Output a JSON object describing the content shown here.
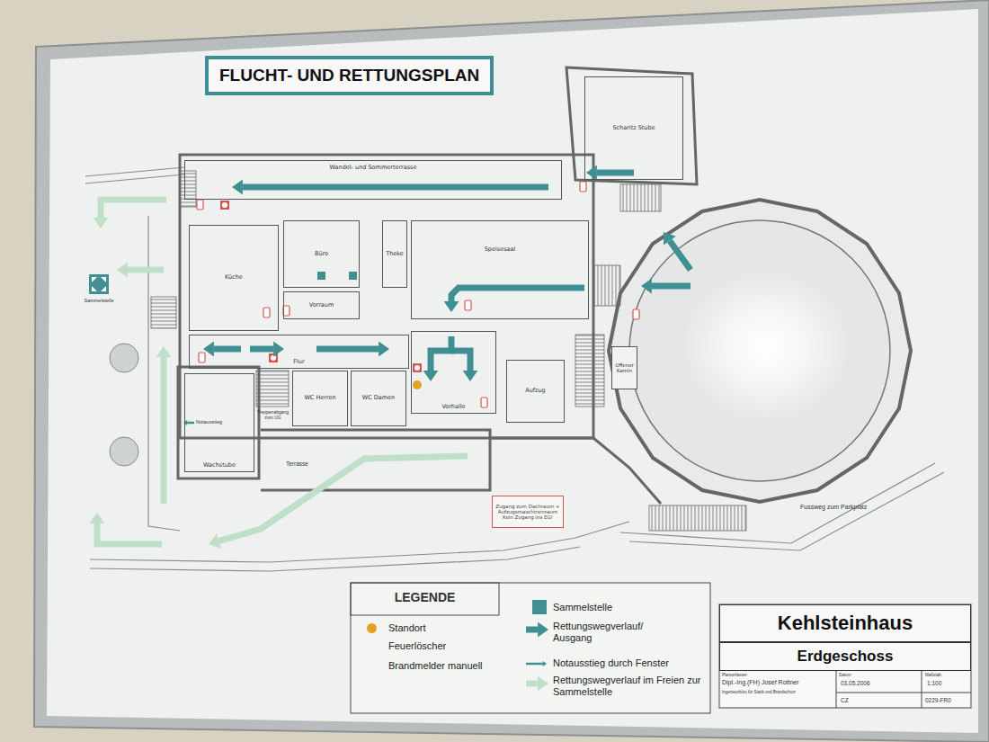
{
  "diagram": {
    "title": "FLUCHT- UND RETTUNGSPLAN",
    "nodes": [
      {
        "text": [
          "Scharitz Stube"
        ]
      },
      {
        "text": [
          "Wandel- und Sommerterrasse"
        ]
      },
      {
        "text": [
          "Küche"
        ]
      },
      {
        "text": [
          "Büro"
        ]
      },
      {
        "text": [
          "Theke"
        ]
      },
      {
        "text": [
          "Speisesaal"
        ]
      },
      {
        "text": [
          "Vorraum"
        ]
      },
      {
        "text": [
          "Flur"
        ]
      },
      {
        "text": [
          "WC Herren"
        ]
      },
      {
        "text": [
          "WC Damen"
        ]
      },
      {
        "text": [
          "Vorhalle"
        ]
      },
      {
        "text": [
          "Aufzug"
        ]
      },
      {
        "text": [
          "Wachstube"
        ]
      },
      {
        "text": [
          "Offener Kamin"
        ]
      },
      {
        "text": [
          "Zugang zum Dachraum + Aufzugsmaschinenraum Kein Zugang ins EG!"
        ]
      },
      {
        "text": [
          "Kehlsteinhaus"
        ]
      },
      {
        "text": [
          "Erdgeschoss"
        ]
      }
    ],
    "labels": [
      "Terrasse",
      "Notausstieg",
      "Treppenabgang zum UG",
      "Sammelstelle",
      "Fussweg zum Parkplatz",
      "LEGENDE",
      "Planverfasser:",
      "Dipl.-Ing.(FH) Josef Rottner",
      "Ingenieurbüro für Statik und Brandschutz",
      "Datum:",
      "03.05.2006",
      "Maßstab:",
      "1:100",
      "CZ",
      "0229-FR0"
    ],
    "legend": [
      {
        "text": "Standort",
        "color": "#e6a21e"
      },
      {
        "text": "Feuerlöscher"
      },
      {
        "text": "Brandmelder manuell"
      },
      {
        "text": "Sammelstelle"
      },
      {
        "text": "Rettungswegverlauf/ Ausgang"
      },
      {
        "text": "Notausstieg durch Fenster"
      },
      {
        "text": "Rettungswegverlauf im Freien zur Sammelstelle"
      }
    ]
  }
}
